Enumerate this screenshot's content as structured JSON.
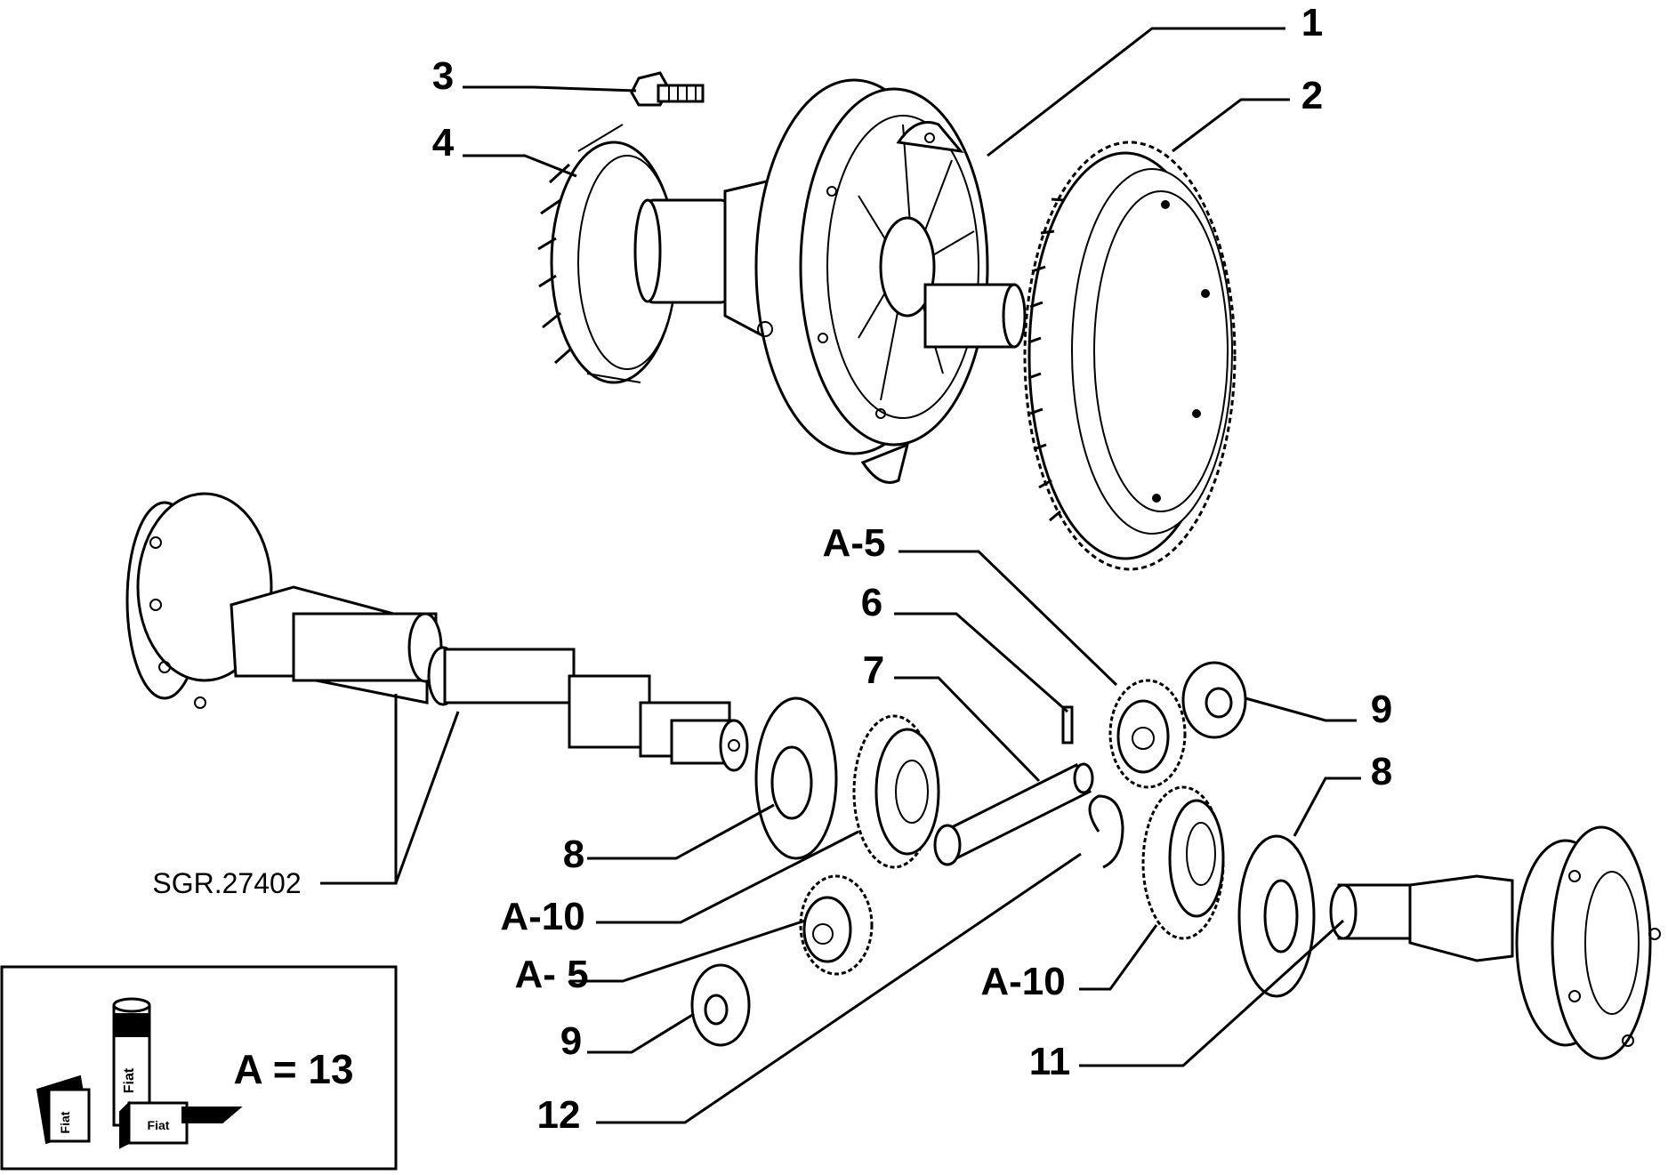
{
  "diagram": {
    "callouts": {
      "c1": "1",
      "c2": "2",
      "c3": "3",
      "c4": "4",
      "c6": "6",
      "c7": "7",
      "c9_right": "9",
      "c8_right": "8",
      "c8_left": "8",
      "c9_left": "9",
      "c11": "11",
      "c12": "12",
      "a5_top": "A-5",
      "a5_left": "A- 5",
      "a10_left": "A-10",
      "a10_right": "A-10"
    },
    "reference_code": "SGR.27402",
    "legend": {
      "formula": "A = 13",
      "tube_label": "Fiat",
      "box_left_label": "Fiat",
      "box_right_label": "Fiat"
    }
  }
}
